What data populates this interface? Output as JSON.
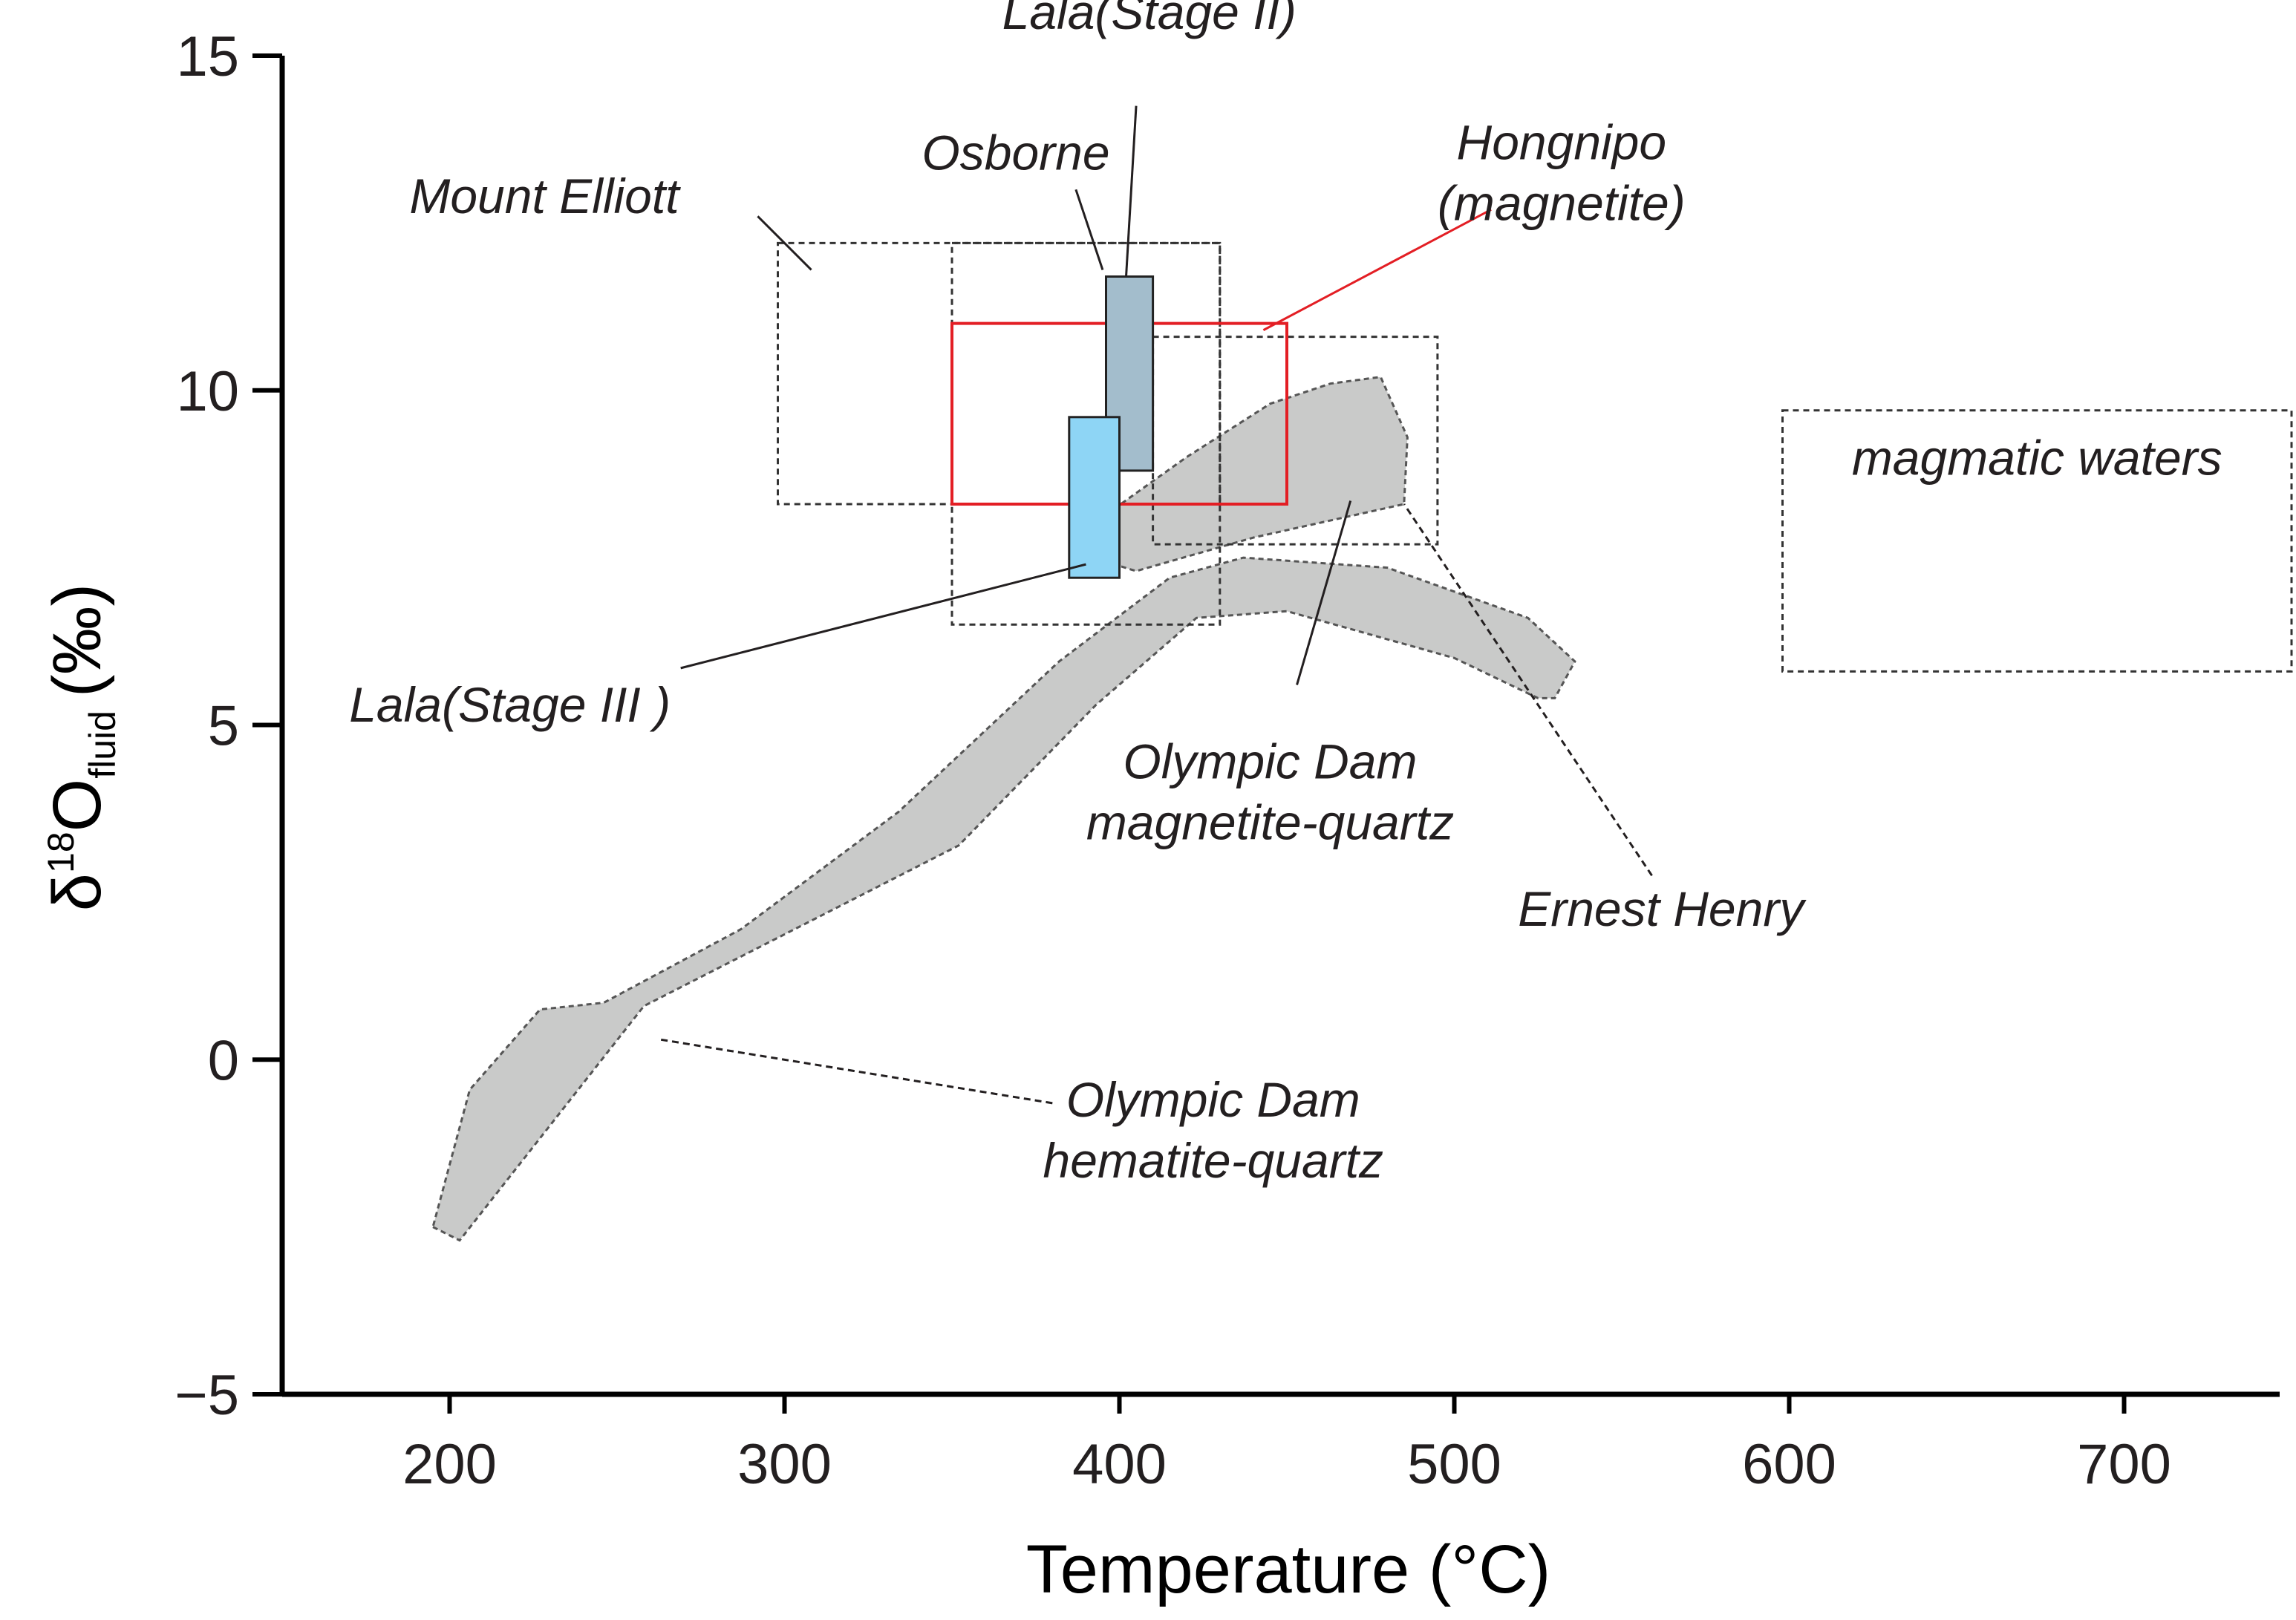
{
  "chart_data": {
    "type": "scatter",
    "xlabel": "Temperature (°C)",
    "ylabel": {
      "base": "δ",
      "sup": "18",
      "main": "O",
      "sub": "fluid",
      "unit": "(‰)"
    },
    "xlim": [
      150,
      750
    ],
    "ylim": [
      -5,
      15
    ],
    "xticks": [
      200,
      300,
      400,
      500,
      600,
      700
    ],
    "yticks": [
      15,
      10,
      5,
      0,
      -5
    ],
    "ytick_labels": [
      "15",
      "10",
      "5",
      "0",
      "−5"
    ],
    "grid": false,
    "colors": {
      "lala_stage2": "#a3bdcc",
      "lala_stage3": "#8ed5f5",
      "hongnipo": "#e31e24",
      "olympic_fill": "#c9cac9"
    },
    "fields": [
      {
        "name": "Mount Elliott",
        "style": "dashed-box",
        "x": [
          298,
          430
        ],
        "y": [
          8.3,
          12.2
        ]
      },
      {
        "name": "Osborne",
        "style": "dashed-box",
        "x": [
          350,
          430
        ],
        "y": [
          6.5,
          12.2
        ]
      },
      {
        "name": "Ernest Henry",
        "style": "dashed-box",
        "x": [
          410,
          495
        ],
        "y": [
          7.7,
          10.8
        ]
      },
      {
        "name": "magmatic waters",
        "style": "dashed-box",
        "x": [
          598,
          750
        ],
        "y": [
          5.8,
          9.7
        ]
      },
      {
        "name": "Hongnipo (magnetite)",
        "style": "red-box",
        "x": [
          350,
          450
        ],
        "y": [
          8.3,
          11.0
        ]
      },
      {
        "name": "Lala(Stage II)",
        "style": "filled-bar",
        "x": [
          396,
          410
        ],
        "y": [
          8.8,
          11.7
        ]
      },
      {
        "name": "Lala(Stage III )",
        "style": "filled-bar",
        "x": [
          385,
          400
        ],
        "y": [
          7.2,
          9.6
        ]
      },
      {
        "name": "Olympic Dam magnetite-quartz",
        "style": "polygon",
        "points": [
          [
            392,
            8.0
          ],
          [
            420,
            9.0
          ],
          [
            445,
            9.8
          ],
          [
            463,
            10.1
          ],
          [
            478,
            10.2
          ],
          [
            486,
            9.3
          ],
          [
            485,
            8.3
          ],
          [
            440,
            7.8
          ],
          [
            405,
            7.3
          ],
          [
            392,
            7.5
          ]
        ]
      },
      {
        "name": "Olympic Dam hematite-quartz",
        "style": "polygon",
        "points": [
          [
            195,
            -2.5
          ],
          [
            203,
            -2.7
          ],
          [
            258,
            0.8
          ],
          [
            352,
            3.2
          ],
          [
            393,
            5.3
          ],
          [
            423,
            6.6
          ],
          [
            450,
            6.7
          ],
          [
            500,
            6.0
          ],
          [
            525,
            5.4
          ],
          [
            530,
            5.4
          ],
          [
            536,
            5.95
          ],
          [
            522,
            6.6
          ],
          [
            480,
            7.35
          ],
          [
            437,
            7.5
          ],
          [
            415,
            7.2
          ],
          [
            382,
            5.95
          ],
          [
            334,
            3.7
          ],
          [
            287,
            1.95
          ],
          [
            246,
            0.85
          ],
          [
            227,
            0.75
          ],
          [
            206,
            -0.45
          ]
        ]
      }
    ],
    "annotations": [
      {
        "key": "lala2",
        "lines": [
          "Lala(Stage II)"
        ],
        "anchor": "start",
        "pos": [
          365,
          15.4
        ],
        "leader": [
          [
            405,
            14.25
          ],
          [
            402,
            11.7
          ]
        ],
        "dashed": false
      },
      {
        "key": "osborne",
        "lines": [
          "Osborne"
        ],
        "anchor": "start",
        "pos": [
          341,
          13.3
        ],
        "leader": [
          [
            387,
            13.0
          ],
          [
            395,
            11.8
          ]
        ],
        "dashed": false
      },
      {
        "key": "elliott",
        "lines": [
          "Mount Elliott"
        ],
        "anchor": "start",
        "pos": [
          188,
          12.65
        ],
        "leader": [
          [
            292,
            12.6
          ],
          [
            308,
            11.8
          ]
        ],
        "dashed": false
      },
      {
        "key": "hongnipo",
        "lines": [
          "Hongnipo",
          "(magnetite)"
        ],
        "anchor": "middle",
        "pos": [
          532,
          13.45
        ],
        "leader": [
          [
            511,
            12.7
          ],
          [
            443,
            10.9
          ]
        ],
        "dashed": false,
        "color": "#e31e24"
      },
      {
        "key": "magmatic",
        "lines": [
          "magmatic waters"
        ],
        "anchor": "middle",
        "pos": [
          674,
          8.74
        ],
        "leader": null,
        "dashed": false
      },
      {
        "key": "lala3",
        "lines": [
          "Lala(Stage III )"
        ],
        "anchor": "start",
        "pos": [
          170,
          5.05
        ],
        "leader": [
          [
            269,
            5.85
          ],
          [
            390,
            7.4
          ]
        ],
        "dashed": false
      },
      {
        "key": "od_mq",
        "lines": [
          "Olympic Dam",
          "magnetite-quartz"
        ],
        "anchor": "middle",
        "pos": [
          445,
          4.2
        ],
        "leader": [
          [
            453,
            5.6
          ],
          [
            469,
            8.35
          ]
        ],
        "dashed": false
      },
      {
        "key": "ernest",
        "lines": [
          "Ernest Henry"
        ],
        "anchor": "start",
        "pos": [
          519,
          2.0
        ],
        "leader": [
          [
            559,
            2.75
          ],
          [
            485,
            8.3
          ]
        ],
        "dashed": true
      },
      {
        "key": "od_hq",
        "lines": [
          "Olympic Dam",
          "hematite-quartz"
        ],
        "anchor": "middle",
        "pos": [
          428,
          -0.85
        ],
        "leader": [
          [
            380,
            -0.65
          ],
          [
            263,
            0.3
          ]
        ],
        "dashed": true
      }
    ]
  }
}
